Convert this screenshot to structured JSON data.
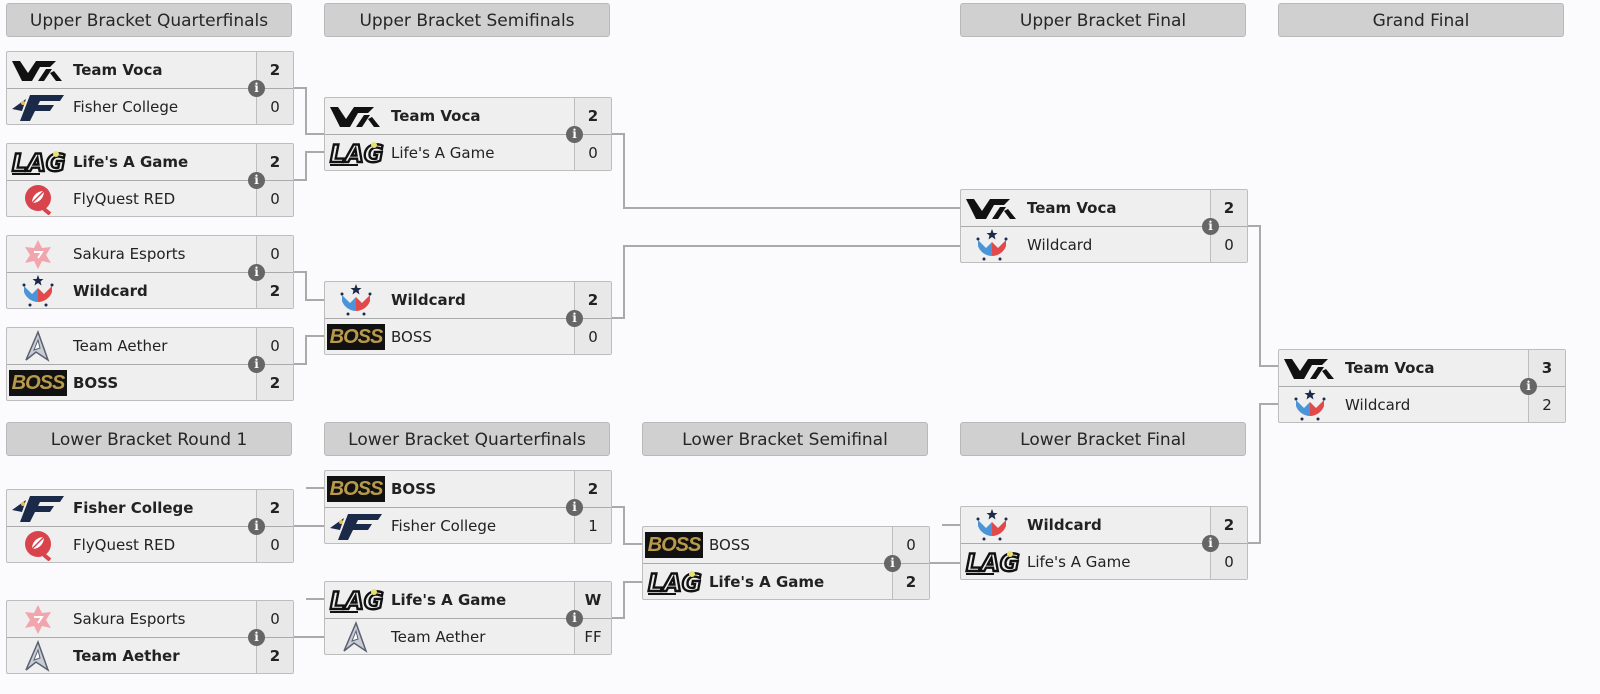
{
  "headers": {
    "ubqf": "Upper Bracket Quarterfinals",
    "ubsf": "Upper Bracket Semifinals",
    "ubf": "Upper Bracket Final",
    "gf": "Grand Final",
    "lbr1": "Lower Bracket Round 1",
    "lbqf": "Lower Bracket Quarterfinals",
    "lbsf": "Lower Bracket Semifinal",
    "lbf": "Lower Bracket Final"
  },
  "info_icon": "i",
  "colors": {
    "header_bg": "#d0d0d0",
    "match_bg": "#efefef",
    "connector": "#aaaaaa",
    "info_icon": "#666666"
  },
  "matches": {
    "ubqf1": {
      "t1": {
        "name": "Team Voca",
        "logo": "team-voca-logo",
        "score": "2",
        "win": true
      },
      "t2": {
        "name": "Fisher College",
        "logo": "fisher-college-logo",
        "score": "0",
        "win": false
      }
    },
    "ubqf2": {
      "t1": {
        "name": "Life's A Game",
        "logo": "lifes-a-game-logo",
        "score": "2",
        "win": true
      },
      "t2": {
        "name": "FlyQuest RED",
        "logo": "flyquest-red-logo",
        "score": "0",
        "win": false
      }
    },
    "ubqf3": {
      "t1": {
        "name": "Sakura Esports",
        "logo": "sakura-esports-logo",
        "score": "0",
        "win": false
      },
      "t2": {
        "name": "Wildcard",
        "logo": "wildcard-logo",
        "score": "2",
        "win": true
      }
    },
    "ubqf4": {
      "t1": {
        "name": "Team Aether",
        "logo": "team-aether-logo",
        "score": "0",
        "win": false
      },
      "t2": {
        "name": "BOSS",
        "logo": "boss-logo",
        "score": "2",
        "win": true
      }
    },
    "ubsf1": {
      "t1": {
        "name": "Team Voca",
        "logo": "team-voca-logo",
        "score": "2",
        "win": true
      },
      "t2": {
        "name": "Life's A Game",
        "logo": "lifes-a-game-logo",
        "score": "0",
        "win": false
      }
    },
    "ubsf2": {
      "t1": {
        "name": "Wildcard",
        "logo": "wildcard-logo",
        "score": "2",
        "win": true
      },
      "t2": {
        "name": "BOSS",
        "logo": "boss-logo",
        "score": "0",
        "win": false
      }
    },
    "ubf": {
      "t1": {
        "name": "Team Voca",
        "logo": "team-voca-logo",
        "score": "2",
        "win": true
      },
      "t2": {
        "name": "Wildcard",
        "logo": "wildcard-logo",
        "score": "0",
        "win": false
      }
    },
    "gf": {
      "t1": {
        "name": "Team Voca",
        "logo": "team-voca-logo",
        "score": "3",
        "win": true
      },
      "t2": {
        "name": "Wildcard",
        "logo": "wildcard-logo",
        "score": "2",
        "win": false
      }
    },
    "lbr1a": {
      "t1": {
        "name": "Fisher College",
        "logo": "fisher-college-logo",
        "score": "2",
        "win": true
      },
      "t2": {
        "name": "FlyQuest RED",
        "logo": "flyquest-red-logo",
        "score": "0",
        "win": false
      }
    },
    "lbr1b": {
      "t1": {
        "name": "Sakura Esports",
        "logo": "sakura-esports-logo",
        "score": "0",
        "win": false
      },
      "t2": {
        "name": "Team Aether",
        "logo": "team-aether-logo",
        "score": "2",
        "win": true
      }
    },
    "lbqf1": {
      "t1": {
        "name": "BOSS",
        "logo": "boss-logo",
        "score": "2",
        "win": true
      },
      "t2": {
        "name": "Fisher College",
        "logo": "fisher-college-logo",
        "score": "1",
        "win": false
      }
    },
    "lbqf2": {
      "t1": {
        "name": "Life's A Game",
        "logo": "lifes-a-game-logo",
        "score": "W",
        "win": true
      },
      "t2": {
        "name": "Team Aether",
        "logo": "team-aether-logo",
        "score": "FF",
        "win": false
      }
    },
    "lbsf": {
      "t1": {
        "name": "BOSS",
        "logo": "boss-logo",
        "score": "0",
        "win": false
      },
      "t2": {
        "name": "Life's A Game",
        "logo": "lifes-a-game-logo",
        "score": "2",
        "win": true
      }
    },
    "lbf": {
      "t1": {
        "name": "Wildcard",
        "logo": "wildcard-logo",
        "score": "2",
        "win": true
      },
      "t2": {
        "name": "Life's A Game",
        "logo": "lifes-a-game-logo",
        "score": "0",
        "win": false
      }
    }
  },
  "logo_text": {
    "boss": "BOSS"
  }
}
